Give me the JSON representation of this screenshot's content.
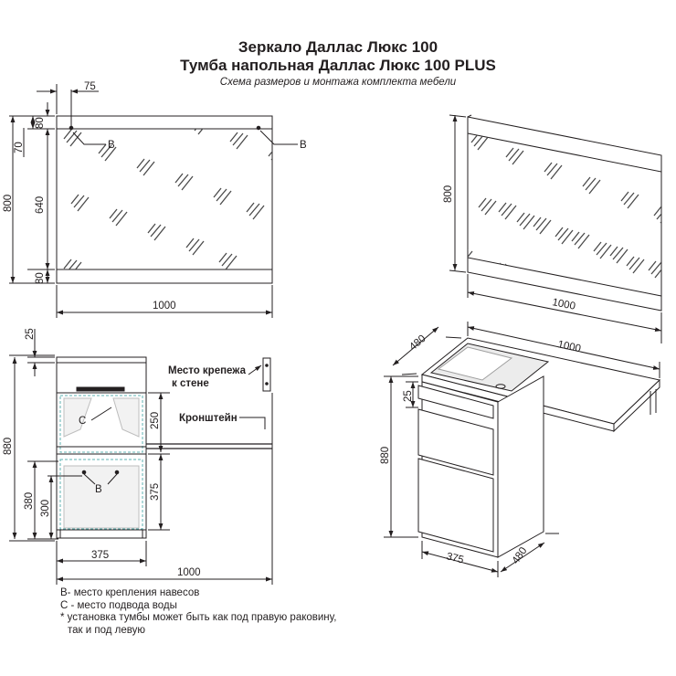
{
  "title": {
    "line1": "Зеркало Даллас Люкс 100",
    "line2": "Тумба напольная Даллас Люкс 100 PLUS",
    "subtitle": "Схема размеров и монтажа комплекта мебели"
  },
  "mirror_front": {
    "dim_top": "75",
    "dim_frame_top": "80",
    "dim_hang_offset": "70",
    "dim_total_height": "800",
    "dim_glass_height": "640",
    "dim_frame_bottom": "80",
    "dim_width": "1000",
    "label_b_left": "B",
    "label_b_right": "B"
  },
  "mirror_iso": {
    "dim_height": "800",
    "dim_width": "1000"
  },
  "cabinet_front": {
    "dim_top": "25",
    "dim_total_height": "880",
    "dim_250": "250",
    "dim_375": "375",
    "dim_380": "380",
    "dim_300": "300",
    "dim_cabinet_width": "375",
    "dim_total_width": "1000",
    "label_c": "C",
    "label_b": "B",
    "callout_mount_line1": "Место крепежа",
    "callout_mount_line2": "к стене",
    "callout_bracket": "Кронштейн"
  },
  "cabinet_iso": {
    "dim_depth_top": "480",
    "dim_width_top": "1000",
    "dim_25": "25",
    "dim_height": "880",
    "dim_width_bottom": "375",
    "dim_depth_bottom": "480"
  },
  "notes": {
    "line1": "B- место крепления навесов",
    "line2": "С - место подвода воды",
    "line3": "* установка тумбы может быть как под правую раковину,",
    "line4": "так и под левую"
  },
  "colors": {
    "line": "#231f20",
    "hatch": "#4a4a4a",
    "dashed_accent": "#5fb3b3",
    "fill_light": "#f2f2f2"
  }
}
